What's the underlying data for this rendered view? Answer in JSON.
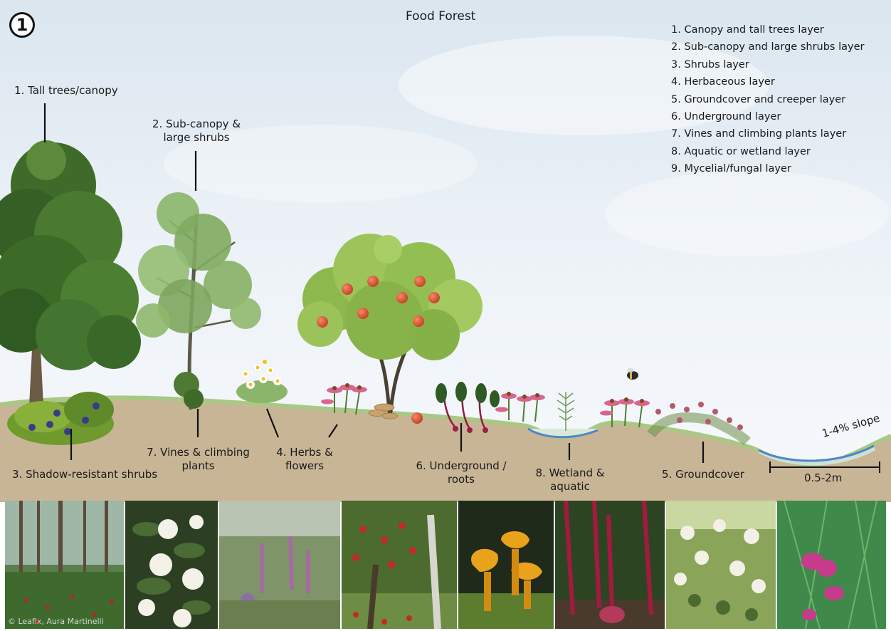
{
  "title": "Food Forest",
  "badge": "1",
  "legend": [
    "1. Canopy and tall trees layer",
    "2. Sub-canopy and large shrubs layer",
    "3. Shrubs layer",
    "4. Herbaceous layer",
    "5. Groundcover and creeper layer",
    "6. Underground layer",
    "7. Vines and climbing plants layer",
    "8. Aquatic or wetland layer",
    "9. Mycelial/fungal layer"
  ],
  "labels": {
    "tall_trees": "1. Tall trees/canopy",
    "sub_canopy_line1": "2. Sub-canopy &",
    "sub_canopy_line2": "large shrubs",
    "shrubs": "3. Shadow-resistant shrubs",
    "vines_line1": "7. Vines & climbing",
    "vines_line2": "plants",
    "herbs_line1": "4. Herbs &",
    "herbs_line2": "flowers",
    "underground_line1": "6. Underground /",
    "underground_line2": "roots",
    "wetland_line1": "8. Wetland &",
    "wetland_line2": "aquatic",
    "groundcover": "5. Groundcover",
    "slope": "1-4% slope",
    "scale": "0.5-2m"
  },
  "credit": "© Leafix, Aura Martinelli",
  "photos": [
    {
      "subject": "pine forest with berry undergrowth"
    },
    {
      "subject": "elderflower shrub"
    },
    {
      "subject": "purple loosestrife and herbs"
    },
    {
      "subject": "apple tree with fallen apples"
    },
    {
      "subject": "chanterelle mushrooms"
    },
    {
      "subject": "beetroot stems"
    },
    {
      "subject": "white clover groundcover"
    },
    {
      "subject": "sweet pea vine flowers"
    }
  ],
  "colors": {
    "sky_top": "#dfe9f1",
    "sky_bottom": "#f4f8fb",
    "soil": "#c9b698",
    "grass_edge": "#aecb87",
    "water": "#4f86c6",
    "apple": "#e0552e",
    "coneflower": "#d9658f"
  }
}
